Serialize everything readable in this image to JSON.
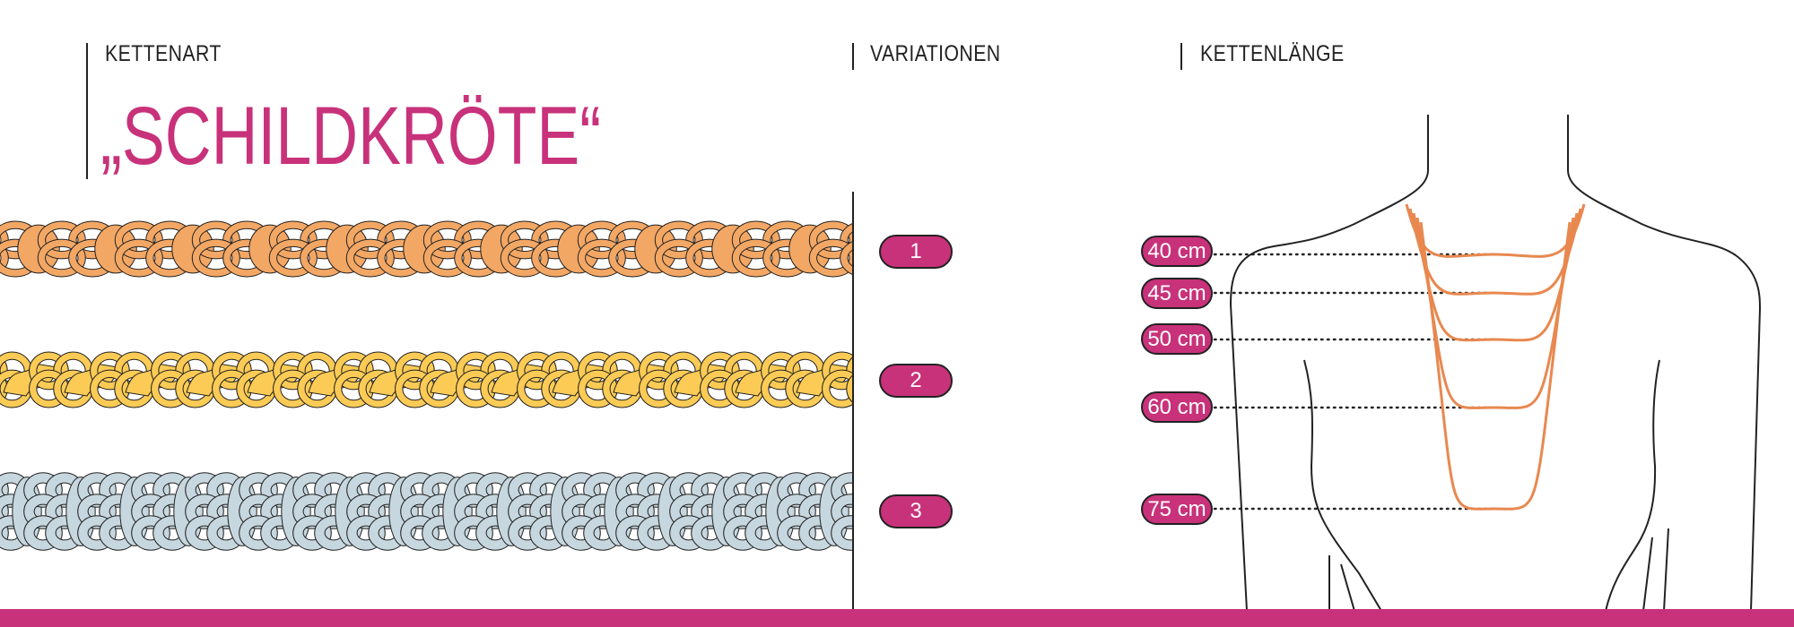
{
  "headers": {
    "chain_type": "KETTENART",
    "variations": "VARIATIONEN",
    "chain_length": "KETTENLÄNGE"
  },
  "title": "„SCHILDKRÖTE“",
  "variations": [
    {
      "label": "1",
      "color": "#f3a764"
    },
    {
      "label": "2",
      "color": "#fccb55"
    },
    {
      "label": "3",
      "color": "#c7d7df"
    }
  ],
  "lengths": [
    {
      "label": "40 cm"
    },
    {
      "label": "45 cm"
    },
    {
      "label": "50 cm"
    },
    {
      "label": "60 cm"
    },
    {
      "label": "75 cm"
    }
  ],
  "colors": {
    "accent": "#c8327a",
    "necklace": "#e8884f",
    "outline": "#222222"
  }
}
